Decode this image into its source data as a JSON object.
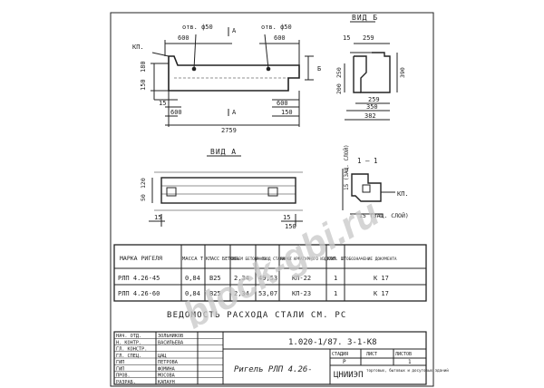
{
  "drawing": {
    "view_b_label": "ВИД Б",
    "view_a_label": "ВИД А",
    "hole_left": "отв. ф50",
    "hole_right": "отв. ф50",
    "label_kp": "КП.",
    "dims_top": [
      "600",
      "600",
      "15",
      "259"
    ],
    "dims_side_elev": [
      "150",
      "180"
    ],
    "dims_bottom": [
      "15",
      "600",
      "600",
      "150",
      "2759"
    ],
    "section_letter_a": "А",
    "section_letter_b": "Б",
    "dims_view_b": [
      "15",
      "259",
      "250",
      "200",
      "390",
      "259",
      "350",
      "382"
    ],
    "dims_view_a_side": [
      "50",
      "120"
    ],
    "dims_view_a_bottom": [
      "15",
      "15",
      "150"
    ],
    "section_title": "1 — 1",
    "section_dims": [
      "15 (ЗАЩ. СЛОЙ)",
      "15 (ЗАЩ. СЛОЙ)"
    ],
    "section_kp": "КП."
  },
  "spec_table": {
    "headers": [
      "МАРКА РИГЕЛЯ",
      "МАССА Т",
      "КЛАСС БЕТОНА",
      "ОБЪЕМ БЕТОНА М3",
      "РАСХОД СТАЛИ КГ",
      "МАРКА АРМАТУРНОГО ИЗДЕЛИЯ",
      "КОЛ. ШТ",
      "ОБОЗНАЧЕНИЕ ДОКУМЕНТА"
    ],
    "rows": [
      [
        "РЛП 4.26-45",
        "0,84",
        "В25",
        "2,34",
        "49,53",
        "КП-22",
        "1",
        "К 17"
      ],
      [
        "РЛП 4.26-60",
        "0,84",
        "В25",
        "2,34",
        "53,07",
        "КП-23",
        "1",
        "К 17"
      ]
    ]
  },
  "note": "ВЕДОМОСТЬ РАСХОДА СТАЛИ СМ. РС",
  "title_block": {
    "doc_code": "1.020-1/87. 3-1-К8",
    "title": "Ригель РЛП 4.26-",
    "org": "ЦНИИЭП",
    "stage_header": "СТАДИЯ",
    "sheet_header": "ЛИСТ",
    "sheets_header": "ЛИСТОВ",
    "stage_value": "Р",
    "sheet_value": "",
    "sheets_value": "1",
    "people": [
      [
        "НАЧ. ОТД.",
        "ЗОЛЬНИКОВ"
      ],
      [
        "Н. КОНТР.",
        "ВАСИЛЬЕВА"
      ],
      [
        "ГЛ. КОНСТР.",
        ""
      ],
      [
        "ГЛ. СПЕЦ.",
        "ЦАЦ"
      ],
      [
        "ГИП",
        "ПЕТРОВА"
      ],
      [
        "ГИП",
        "ФОМИНА"
      ],
      [
        "ПРОВ.",
        "МОСОВА"
      ],
      [
        "РАЗРАБ.",
        "КАПАУН"
      ]
    ],
    "org_note": "торговых, бытовых и досуговых зданий"
  },
  "watermark": "block-gbi.ru"
}
